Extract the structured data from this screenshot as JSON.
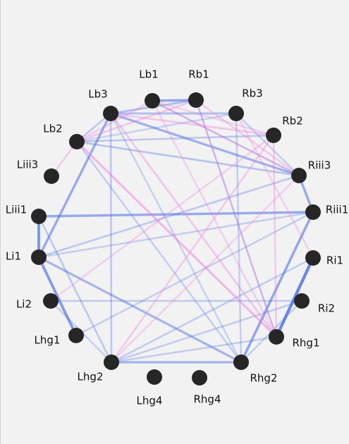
{
  "graph": {
    "colors": {
      "background": "#f2f2f2",
      "node": "#262626",
      "edge_blue": "#4a6fe6",
      "edge_pink": "#ee77dd"
    },
    "nodes": [
      {
        "id": "Lb1",
        "label": "Lb1"
      },
      {
        "id": "Rb1",
        "label": "Rb1"
      },
      {
        "id": "Rb3",
        "label": "Rb3"
      },
      {
        "id": "Rb2",
        "label": "Rb2"
      },
      {
        "id": "Riii3",
        "label": "Riii3"
      },
      {
        "id": "Riii1",
        "label": "Riii1"
      },
      {
        "id": "Ri1",
        "label": "Ri1"
      },
      {
        "id": "Ri2",
        "label": "Ri2"
      },
      {
        "id": "Rhg1",
        "label": "Rhg1"
      },
      {
        "id": "Rhg2",
        "label": "Rhg2"
      },
      {
        "id": "Rhg4",
        "label": "Rhg4"
      },
      {
        "id": "Lhg4",
        "label": "Lhg4"
      },
      {
        "id": "Lhg2",
        "label": "Lhg2"
      },
      {
        "id": "Lhg1",
        "label": "Lhg1"
      },
      {
        "id": "Li2",
        "label": "Li2"
      },
      {
        "id": "Li1",
        "label": "Li1"
      },
      {
        "id": "Liii1",
        "label": "Liii1"
      },
      {
        "id": "Liii3",
        "label": "Liii3"
      },
      {
        "id": "Lb2",
        "label": "Lb2"
      },
      {
        "id": "Lb3",
        "label": "Lb3"
      }
    ],
    "edges": [
      {
        "source": "Ri1",
        "target": "Rhg1",
        "color": "blue",
        "strength": 0.9
      },
      {
        "source": "Li1",
        "target": "Liii1",
        "color": "blue",
        "strength": 0.75
      },
      {
        "source": "Li1",
        "target": "Lhg1",
        "color": "blue",
        "strength": 0.7
      },
      {
        "source": "Li1",
        "target": "Lb3",
        "color": "blue",
        "strength": 0.55
      },
      {
        "source": "Riii1",
        "target": "Rhg2",
        "color": "blue",
        "strength": 0.6
      },
      {
        "source": "Riii1",
        "target": "Riii3",
        "color": "blue",
        "strength": 0.55
      },
      {
        "source": "Riii1",
        "target": "Liii1",
        "color": "blue",
        "strength": 0.55
      },
      {
        "source": "Lb1",
        "target": "Rb1",
        "color": "blue",
        "strength": 0.6
      },
      {
        "source": "Lb3",
        "target": "Riii3",
        "color": "blue",
        "strength": 0.5
      },
      {
        "source": "Li1",
        "target": "Rhg2",
        "color": "blue",
        "strength": 0.45
      },
      {
        "source": "Lhg2",
        "target": "Rhg2",
        "color": "blue",
        "strength": 0.45
      },
      {
        "source": "Lb3",
        "target": "Rb3",
        "color": "blue",
        "strength": 0.35
      },
      {
        "source": "Lb3",
        "target": "Rb1",
        "color": "blue",
        "strength": 0.35
      },
      {
        "source": "Lb2",
        "target": "Riii3",
        "color": "blue",
        "strength": 0.3
      },
      {
        "source": "Lb2",
        "target": "Rb2",
        "color": "blue",
        "strength": 0.25
      },
      {
        "source": "Lb3",
        "target": "Lhg2",
        "color": "blue",
        "strength": 0.25
      },
      {
        "source": "Lb2",
        "target": "Rhg2",
        "color": "blue",
        "strength": 0.2
      },
      {
        "source": "Rb1",
        "target": "Rhg1",
        "color": "blue",
        "strength": 0.2
      },
      {
        "source": "Rb3",
        "target": "Rhg2",
        "color": "blue",
        "strength": 0.2
      },
      {
        "source": "Liii1",
        "target": "Lhg2",
        "color": "blue",
        "strength": 0.25
      },
      {
        "source": "Li1",
        "target": "Riii3",
        "color": "blue",
        "strength": 0.25
      },
      {
        "source": "Li1",
        "target": "Riii1",
        "color": "blue",
        "strength": 0.2
      },
      {
        "source": "Li2",
        "target": "Ri2",
        "color": "blue",
        "strength": 0.22
      },
      {
        "source": "Lhg2",
        "target": "Ri1",
        "color": "blue",
        "strength": 0.22
      },
      {
        "source": "Lhg2",
        "target": "Ri2",
        "color": "blue",
        "strength": 0.22
      },
      {
        "source": "Lhg2",
        "target": "Rhg1",
        "color": "blue",
        "strength": 0.22
      },
      {
        "source": "Lhg1",
        "target": "Riii1",
        "color": "blue",
        "strength": 0.2
      },
      {
        "source": "Li2",
        "target": "Lhg2",
        "color": "blue",
        "strength": 0.2
      },
      {
        "source": "Rhg2",
        "target": "Ri2",
        "color": "blue",
        "strength": 0.2
      },
      {
        "source": "Lb1",
        "target": "Riii3",
        "color": "blue",
        "strength": 0.2
      },
      {
        "source": "Lb3",
        "target": "Rhg2",
        "color": "blue",
        "strength": 0.18
      },
      {
        "source": "Lb2",
        "target": "Rb3",
        "color": "blue",
        "strength": 0.18
      },
      {
        "source": "Lb2",
        "target": "Lb3",
        "color": "blue",
        "strength": 0.25
      },
      {
        "source": "Rb3",
        "target": "Riii3",
        "color": "blue",
        "strength": 0.2
      },
      {
        "source": "Lb2",
        "target": "Rhg1",
        "color": "pink",
        "strength": 0.45
      },
      {
        "source": "Lb3",
        "target": "Rhg1",
        "color": "pink",
        "strength": 0.3
      },
      {
        "source": "Lb3",
        "target": "Rb2",
        "color": "pink",
        "strength": 0.3
      },
      {
        "source": "Lb2",
        "target": "Rb1",
        "color": "pink",
        "strength": 0.3
      },
      {
        "source": "Lb2",
        "target": "Lb1",
        "color": "pink",
        "strength": 0.25
      },
      {
        "source": "Lb2",
        "target": "Liii3",
        "color": "pink",
        "strength": 0.25
      },
      {
        "source": "Lb1",
        "target": "Riii3",
        "color": "pink",
        "strength": 0.25
      },
      {
        "source": "Lb1",
        "target": "Rb2",
        "color": "pink",
        "strength": 0.2
      },
      {
        "source": "Rb1",
        "target": "Riii3",
        "color": "pink",
        "strength": 0.25
      },
      {
        "source": "Rb1",
        "target": "Rhg1",
        "color": "pink",
        "strength": 0.2
      },
      {
        "source": "Lb1",
        "target": "Rhg1",
        "color": "pink",
        "strength": 0.2
      },
      {
        "source": "Rb2",
        "target": "Rhg1",
        "color": "pink",
        "strength": 0.25
      },
      {
        "source": "Lhg2",
        "target": "Rb2",
        "color": "pink",
        "strength": 0.25
      },
      {
        "source": "Li2",
        "target": "Rb2",
        "color": "pink",
        "strength": 0.2
      },
      {
        "source": "Lhg2",
        "target": "Riii3",
        "color": "pink",
        "strength": 0.2
      },
      {
        "source": "Rb3",
        "target": "Ri1",
        "color": "pink",
        "strength": 0.2
      }
    ]
  }
}
